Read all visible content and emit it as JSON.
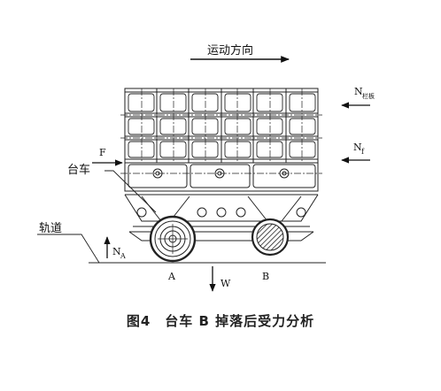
{
  "diagram": {
    "direction_label": "运动方向",
    "force_F": "F",
    "force_N_main": "N",
    "force_N_sub": "栏板",
    "force_Nf_main": "N",
    "force_Nf_sub": "f",
    "label_cart": "台车",
    "label_track": "轨道",
    "force_NA_main": "N",
    "force_NA_sub": "A",
    "force_W": "W",
    "point_A": "A",
    "point_B": "B"
  },
  "caption": "图4　台车 B 掉落后受力分析"
}
